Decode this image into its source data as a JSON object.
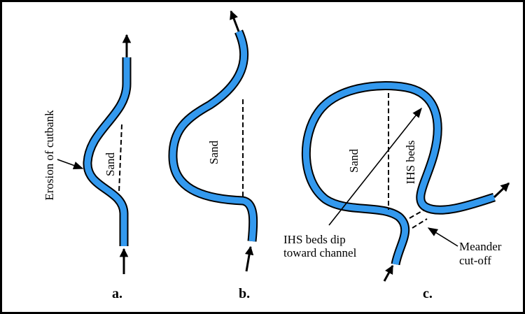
{
  "colors": {
    "channel": "#3399ee",
    "outline": "#000000",
    "border": "#000000",
    "background": "#ffffff"
  },
  "panel_a": {
    "label": "a.",
    "sand_label": "Sand",
    "annotation": "Erosion of cutbank"
  },
  "panel_b": {
    "label": "b.",
    "sand_label": "Sand"
  },
  "panel_c": {
    "label": "c.",
    "sand_label": "Sand",
    "ihs_label": "IHS beds",
    "dip_line1": "IHS beds dip",
    "dip_line2": "toward channel",
    "cutoff_line1": "Meander",
    "cutoff_line2": "cut-off"
  }
}
